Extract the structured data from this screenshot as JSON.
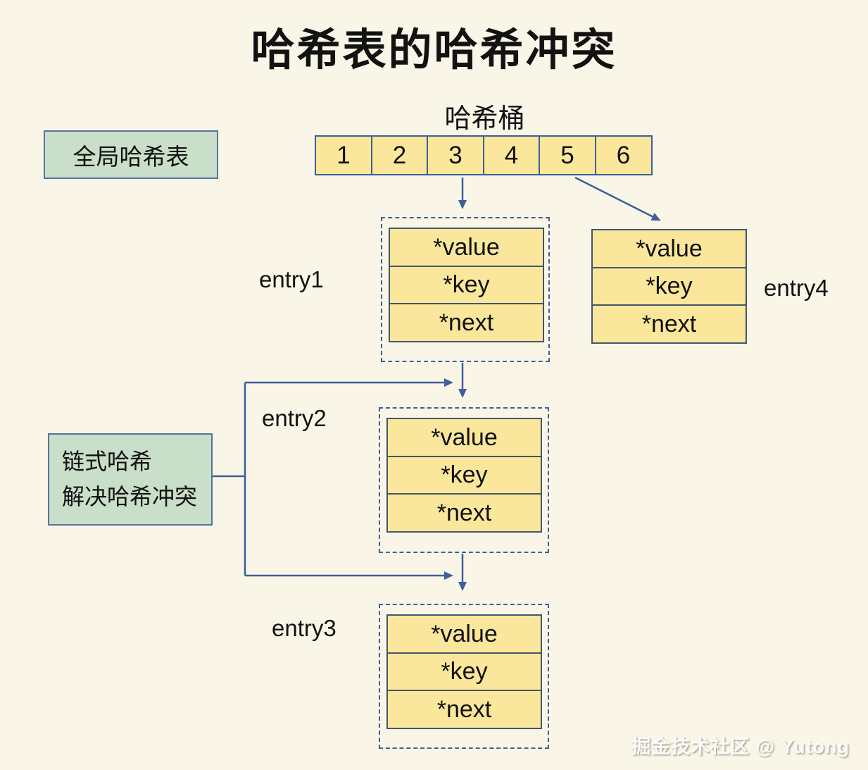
{
  "title": "哈希表的哈希冲突",
  "bucket": {
    "label": "哈希桶",
    "cells": [
      "1",
      "2",
      "3",
      "4",
      "5",
      "6"
    ]
  },
  "global_box": {
    "label": "全局哈希表"
  },
  "chain_box": {
    "line1": "链式哈希",
    "line2": "解决哈希冲突"
  },
  "entries": [
    {
      "name": "entry1",
      "style": "dashed",
      "fields": [
        "*value",
        "*key",
        "*next"
      ]
    },
    {
      "name": "entry2",
      "style": "dashed",
      "fields": [
        "*value",
        "*key",
        "*next"
      ]
    },
    {
      "name": "entry3",
      "style": "dashed",
      "fields": [
        "*value",
        "*key",
        "*next"
      ]
    },
    {
      "name": "entry4",
      "style": "solid",
      "fields": [
        "*value",
        "*key",
        "*next"
      ]
    }
  ],
  "relations": [
    "bucket-3 -> entry1",
    "bucket-5 -> entry4",
    "entry1 -> entry2",
    "entry2 -> entry3",
    "chain_box -> entry2",
    "chain_box -> entry3"
  ],
  "watermark": "掘金技术社区 @ Yutong",
  "colors": {
    "background": "#f9f6e8",
    "cell_fill": "#fbe79b",
    "cell_border": "#44566b",
    "line_blue": "#3e5f9b",
    "green_fill": "#c9dfc9",
    "green_border": "#54749c",
    "text": "#121212"
  }
}
